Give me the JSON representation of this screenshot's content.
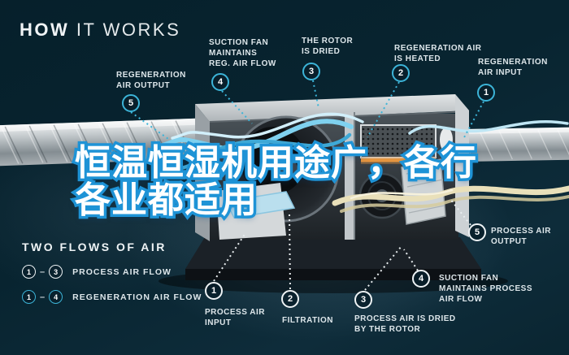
{
  "title": {
    "word_bold": "HOW",
    "word_light": "IT WORKS"
  },
  "headline": {
    "line1": "恒温恒湿机用途广，各行",
    "line2": "各业都适用"
  },
  "regeneration_flow": {
    "callouts": [
      {
        "number": "5",
        "label": "REGENERATION AIR OUTPUT"
      },
      {
        "number": "4",
        "label": "SUCTION FAN MAINTAINS REG. AIR FLOW"
      },
      {
        "number": "3",
        "label": "THE ROTOR IS DRIED"
      },
      {
        "number": "2",
        "label": "REGENERATION AIR IS HEATED"
      },
      {
        "number": "1",
        "label": "REGENERATION AIR INPUT"
      }
    ]
  },
  "process_flow": {
    "callouts": [
      {
        "number": "1",
        "label": "PROCESS AIR INPUT"
      },
      {
        "number": "2",
        "label": "FILTRATION"
      },
      {
        "number": "3",
        "label": "PROCESS AIR IS DRIED BY THE ROTOR"
      },
      {
        "number": "4",
        "label": "SUCTION FAN MAINTAINS PROCESS AIR FLOW"
      },
      {
        "number": "5",
        "label": "PROCESS AIR OUTPUT"
      }
    ]
  },
  "legend": {
    "title": "TWO FLOWS OF AIR",
    "rows": [
      {
        "from": "1",
        "separator": "–",
        "to": "3",
        "label": "PROCESS AIR FLOW"
      },
      {
        "from": "1",
        "separator": "–",
        "to": "4",
        "label": "REGENERATION AIR FLOW"
      }
    ]
  },
  "colors": {
    "background": "#08222e",
    "accent_teal": "#3cb4d8",
    "badge_white": "#eef3f5",
    "headline_stroke": "#1e93d6",
    "stream_blue": "#7fd1ef",
    "stream_tan": "#e9e0ba",
    "heater_orange": "#e5953f"
  }
}
